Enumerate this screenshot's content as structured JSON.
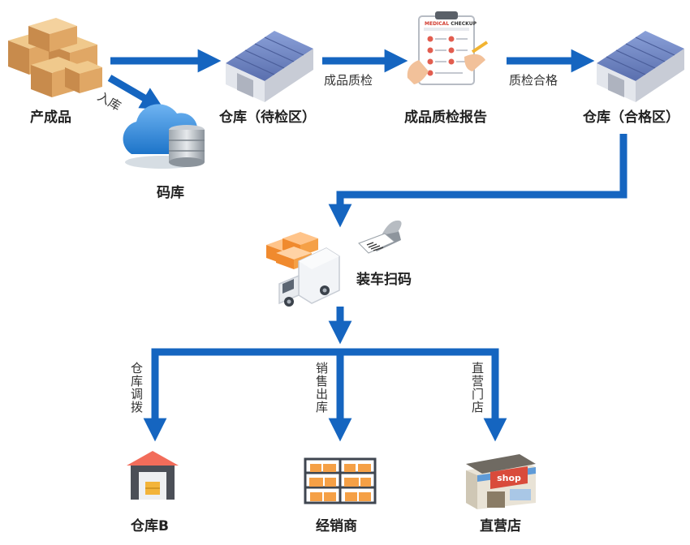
{
  "nodes": {
    "products": "产成品",
    "code_db": "码库",
    "warehouse_pending": "仓库（待检区）",
    "qc_report": "成品质检报告",
    "warehouse_qualified": "仓库（合格区）",
    "loading_scan": "装车扫码",
    "warehouse_b": "仓库B",
    "distributor": "经销商",
    "direct_store": "直营店"
  },
  "edges": {
    "inbound": "入库",
    "qc_check": "成品质检",
    "qc_pass": "质检合格",
    "transfer": "仓库调拨",
    "sales_out": "销售出库",
    "direct_store": "直营门店"
  },
  "report_header": {
    "left": "MEDICAL",
    "right": "CHECKUP"
  },
  "shop_sign": "shop",
  "colors": {
    "arrow": "#1565c0",
    "roof": "#6f85c4",
    "box": "#d9a86a",
    "orange": "#f5a046"
  }
}
